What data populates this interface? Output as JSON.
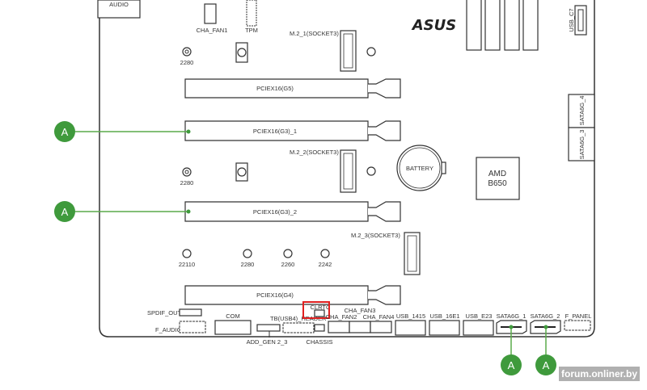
{
  "board": {
    "logo": "ASUS",
    "audio": "AUDIO",
    "cha_fan1": "CHA_FAN1",
    "tpm": "TPM",
    "usb_c7": "USB_C7",
    "sata6g_4": "SATA6G_4",
    "sata6g_3": "SATA6G_3",
    "battery": "BATTERY",
    "chipset_line1": "AMD",
    "chipset_line2": "B650",
    "pcie": [
      "PCIEX16(G5)",
      "PCIEX16(G3)_1",
      "PCIEX16(G3)_2",
      "PCIEX16(G4)"
    ],
    "m2": [
      "M.2_1(SOCKET3)",
      "M.2_2(SOCKET3)",
      "M.2_3(SOCKET3)"
    ],
    "standoffs": [
      "2280",
      "2280",
      "22110",
      "2280",
      "2260",
      "2242"
    ],
    "headers": {
      "spdif_out": "SPDIF_OUT",
      "f_audio": "F_AUDIO",
      "com": "COM",
      "add_gen": "ADD_GEN 2_3",
      "tb_header": "TB(USB4)_HEADER",
      "clrtc": "CLRTC",
      "chassis": "CHASSIS",
      "cha_fan3": "CHA_FAN3",
      "cha_fan2": "CHA_FAN2",
      "cha_fan4": "CHA_FAN4",
      "usb_1415": "USB_1415",
      "usb_16e1": "USB_16E1",
      "usb_e23": "USB_E23",
      "sata6g_1": "SATA6G_1",
      "sata6g_2": "SATA6G_2",
      "f_panel": "F_PANEL"
    }
  },
  "markers": {
    "label": "A",
    "color": "#3f9a3c"
  },
  "highlight_color": "#e02020",
  "watermark": "forum.onliner.by"
}
